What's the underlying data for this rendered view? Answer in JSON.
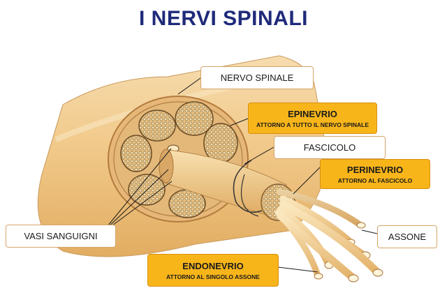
{
  "title": "I NERVI SPINALI",
  "labels": {
    "nervo_spinale": "NERVO SPINALE",
    "epinevrio": "EPINEVRIO",
    "epinevrio_sub": "ATTORNO A TUTTO IL NERVO SPINALE",
    "fascicolo": "FASCICOLO",
    "perinevrio": "PERINEVRIO",
    "perinevrio_sub": "ATTORNO AL FASCICOLO",
    "vasi_sanguigni": "VASI SANGUIGNI",
    "assone": "ASSONE",
    "endonevrio": "ENDONEVRIO",
    "endonevrio_sub": "ATTORNO AL SINGOLO ASSONE"
  },
  "colors": {
    "title": "#1f2a7a",
    "callout_highlight": "#f7b51a",
    "nerve_body": "#f2cf98",
    "fascicle_texture": "#d8b070"
  }
}
